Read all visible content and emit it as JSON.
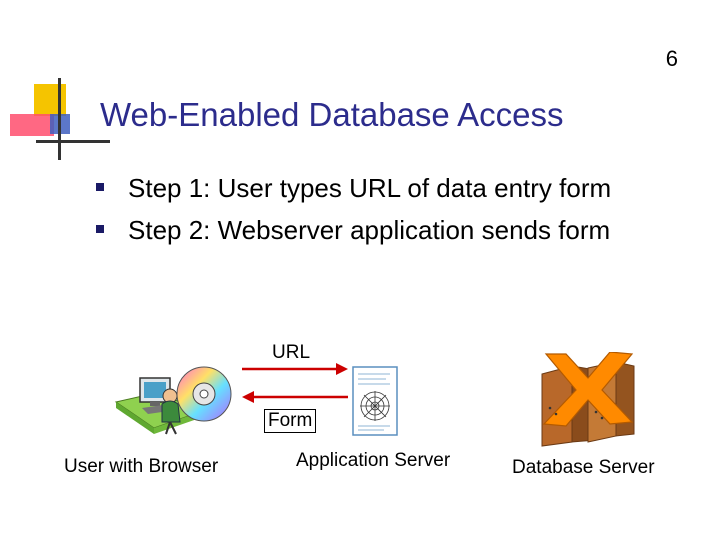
{
  "slide": {
    "number": "6",
    "title": "Web-Enabled Database Access",
    "bullets": [
      {
        "text": "Step 1: User types URL of data entry form"
      },
      {
        "text": "Step 2: Webserver application sends form"
      }
    ]
  },
  "diagram": {
    "url_label": "URL",
    "form_label": "Form",
    "client_label": "User with Browser",
    "app_server_label": "Application Server",
    "db_server_label": "Database Server"
  },
  "colors": {
    "title": "#2c2c8c",
    "arrow": "#cc0000",
    "accent_yellow": "#f5c400",
    "accent_red": "#ff4d6d",
    "accent_blue": "#3f5fbf"
  }
}
